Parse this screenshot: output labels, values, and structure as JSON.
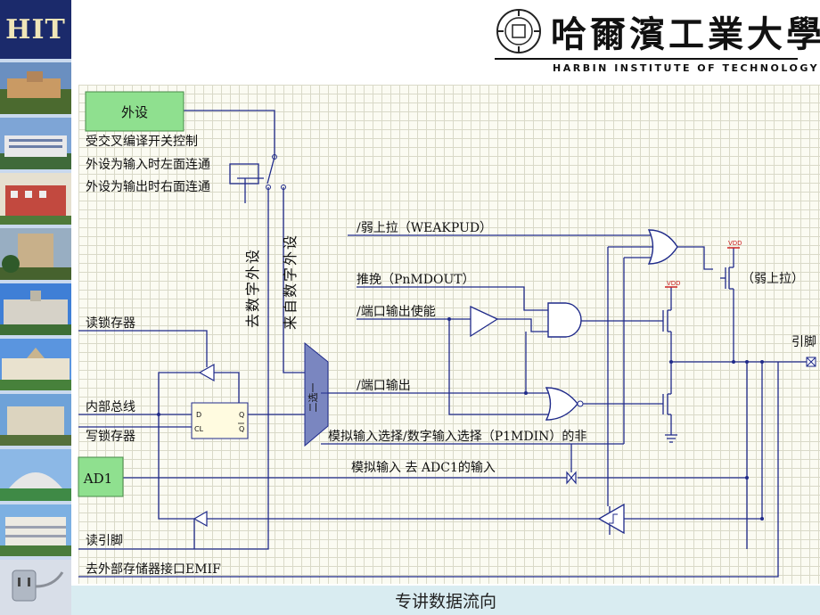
{
  "sidebar": {
    "logo_text": "HIT"
  },
  "header": {
    "school_cn": "哈爾濱工業大學",
    "school_en": "HARBIN INSTITUTE OF TECHNOLOGY"
  },
  "diagram": {
    "peripheral_box": "外设",
    "ad1_box": "AD1",
    "crossbar_note_1": "受交叉编译开关控制",
    "crossbar_note_2": "外设为输入时左面连通",
    "crossbar_note_3": "外设为输出时右面连通",
    "to_digital_peripheral": "去数字外设",
    "from_digital_peripheral": "来自数字外设",
    "weak_pullup_label": "/弱上拉（WEAKPUD）",
    "push_pull_label": "推挽（PnMDOUT）",
    "output_enable_label": "/端口输出使能",
    "port_output_label": "/端口输出",
    "read_latch_label": "读锁存器",
    "internal_bus_label": "内部总线",
    "write_latch_label": "写锁存器",
    "mux_label": "二选一",
    "latch_d": "D",
    "latch_q": "Q",
    "latch_cl": "CL",
    "latch_qbar": "Q",
    "analog_select_label": "模拟输入选择/数字输入选择（P1MDIN）的非",
    "analog_input_label": "模拟输入  去  ADC1的输入",
    "read_pin_label": "读引脚",
    "emif_label": "去外部存储器接口EMIF",
    "vdd_1": "VDD",
    "vdd_2": "VDD",
    "weak_pullup_fet": "（弱上拉）",
    "pin_label": "引脚"
  },
  "footer": {
    "caption": "专讲数据流向"
  },
  "colors": {
    "wire": "#1f2a8a",
    "box_fill": "#8fe08f",
    "mux_fill": "#7a86c0",
    "vdd": "#cc2222",
    "sidebar": "#c9d9ee",
    "footer": "#d9ecf1"
  }
}
